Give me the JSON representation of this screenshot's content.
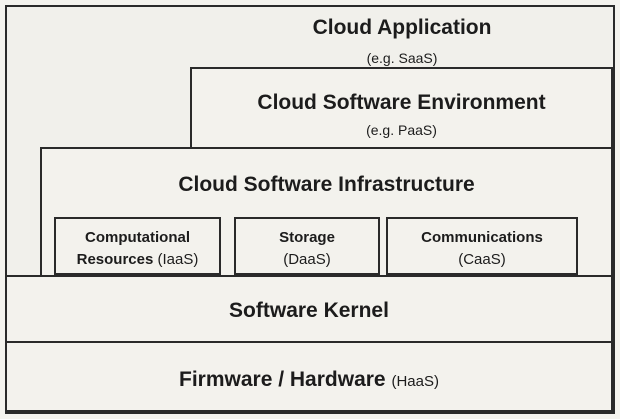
{
  "layers": {
    "application": {
      "title": "Cloud Application",
      "sub": "(e.g. SaaS)"
    },
    "environment": {
      "title": "Cloud Software Environment",
      "sub": "(e.g. PaaS)"
    },
    "infrastructure": {
      "title": "Cloud Software Infrastructure",
      "services": [
        {
          "name": "Computational",
          "line2_prefix": "Resources",
          "code": "(IaaS)"
        },
        {
          "name": "Storage",
          "line2_prefix": "",
          "code": "(DaaS)"
        },
        {
          "name": "Communications",
          "line2_prefix": "",
          "code": "(CaaS)"
        }
      ]
    },
    "kernel": {
      "title": "Software Kernel"
    },
    "hardware": {
      "title": "Firmware / Hardware",
      "code": "(HaaS)"
    }
  }
}
